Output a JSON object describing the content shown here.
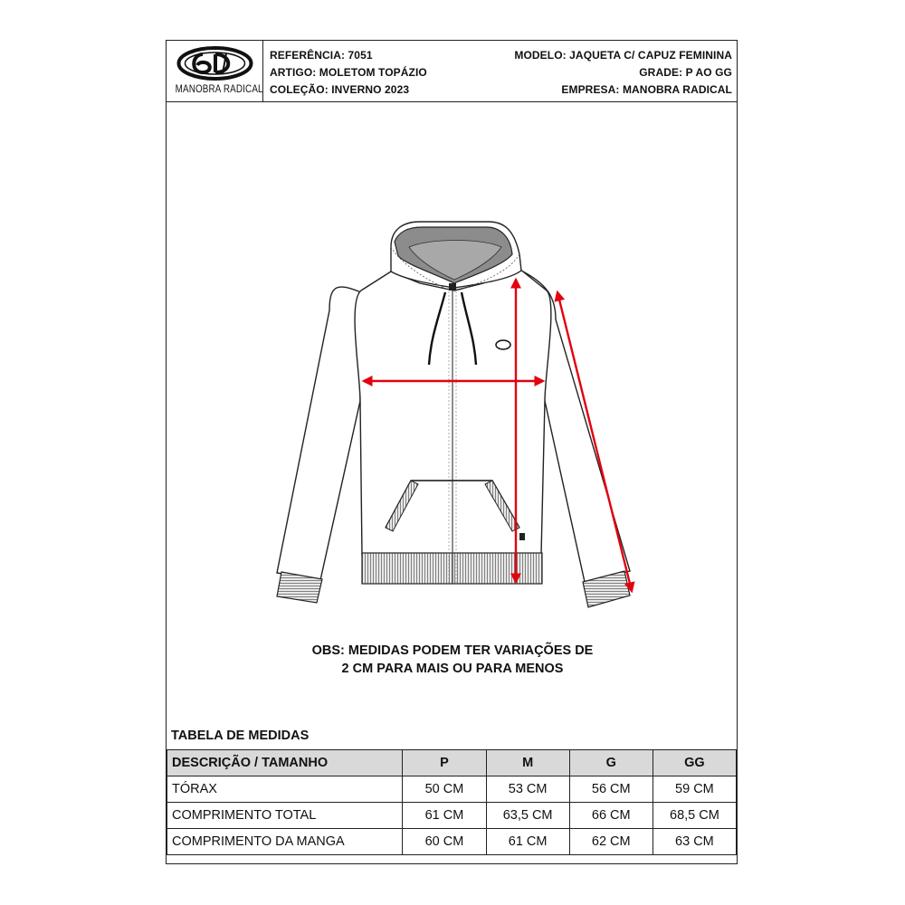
{
  "header": {
    "logo_text": "MANOBRA RADICAL",
    "referencia": "REFERÊNCIA: 7051",
    "artigo": "ARTIGO: MOLETOM TOPÁZIO",
    "colecao": "COLEÇÃO: INVERNO 2023",
    "modelo": "MODELO: JAQUETA C/ CAPUZ FEMININA",
    "grade": "GRADE: P AO GG",
    "empresa": "EMPRESA: MANOBRA RADICAL"
  },
  "colors": {
    "measure_arrow": "#e3000f",
    "hood_lining": "#8c8c8c",
    "rib": "#c8c8c8"
  },
  "obs": {
    "line1": "OBS: MEDIDAS PODEM TER VARIAÇÕES DE",
    "line2": "2 CM PARA MAIS OU PARA MENOS"
  },
  "table": {
    "title": "TABELA DE MEDIDAS",
    "headers": [
      "DESCRIÇÃO / TAMANHO",
      "P",
      "M",
      "G",
      "GG"
    ],
    "rows": [
      [
        "TÓRAX",
        "50 CM",
        "53 CM",
        "56 CM",
        "59 CM"
      ],
      [
        "COMPRIMENTO TOTAL",
        "61 CM",
        "63,5 CM",
        "66 CM",
        "68,5 CM"
      ],
      [
        "COMPRIMENTO DA MANGA",
        "60 CM",
        "61 CM",
        "62 CM",
        "63 CM"
      ]
    ]
  }
}
